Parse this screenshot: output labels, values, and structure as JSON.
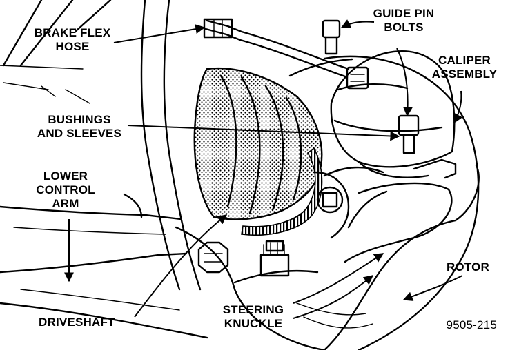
{
  "labels": {
    "brake_flex_hose": [
      "BRAKE FLEX",
      "HOSE"
    ],
    "guide_pin_bolts": [
      "GUIDE PIN",
      "BOLTS"
    ],
    "caliper_assembly": [
      "CALIPER",
      "ASSEMBLY"
    ],
    "bushings_and_sleeves": [
      "BUSHINGS",
      "AND SLEEVES"
    ],
    "lower_control_arm": [
      "LOWER",
      "CONTROL",
      "ARM"
    ],
    "rotor": "ROTOR",
    "driveshaft": "DRIVESHAFT",
    "steering_knuckle": [
      "STEERING",
      "KNUCKLE"
    ],
    "figure_number": "9505-215"
  },
  "colors": {
    "ink": "#000000",
    "paper": "#ffffff"
  }
}
